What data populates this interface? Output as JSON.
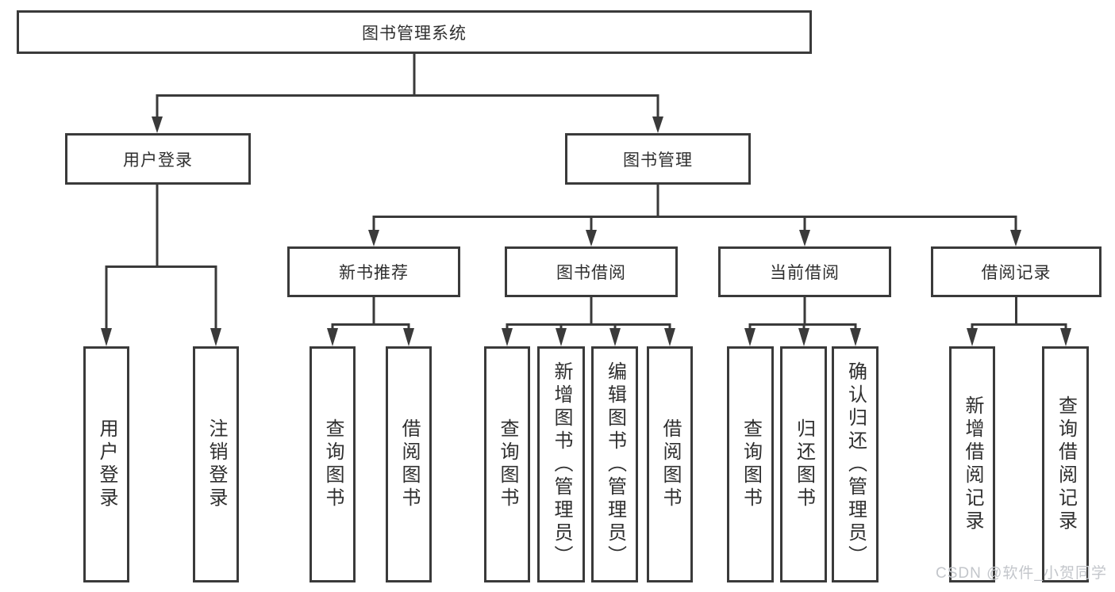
{
  "colors": {
    "background": "#ffffff",
    "line": "#3a3a3a",
    "text": "#2f2f2f",
    "watermark": "#c3c6cb"
  },
  "watermark": {
    "text": "CSDN @软件_小贺同学"
  },
  "tree": {
    "root": {
      "label": "图书管理系统"
    },
    "branches": [
      {
        "label": "用户登录",
        "leaves": [
          {
            "label": "用户登录"
          },
          {
            "label": "注销登录"
          }
        ]
      },
      {
        "label": "图书管理",
        "children": [
          {
            "label": "新书推荐",
            "leaves": [
              {
                "label": "查询图书"
              },
              {
                "label": "借阅图书"
              }
            ]
          },
          {
            "label": "图书借阅",
            "leaves": [
              {
                "label": "查询图书"
              },
              {
                "label": "新增图书（管理员）"
              },
              {
                "label": "编辑图书（管理员）"
              },
              {
                "label": "借阅图书"
              }
            ]
          },
          {
            "label": "当前借阅",
            "leaves": [
              {
                "label": "查询图书"
              },
              {
                "label": "归还图书"
              },
              {
                "label": "确认归还（管理员）"
              }
            ]
          },
          {
            "label": "借阅记录",
            "leaves": [
              {
                "label": "新增借阅记录"
              },
              {
                "label": "查询借阅记录"
              }
            ]
          }
        ]
      }
    ]
  }
}
